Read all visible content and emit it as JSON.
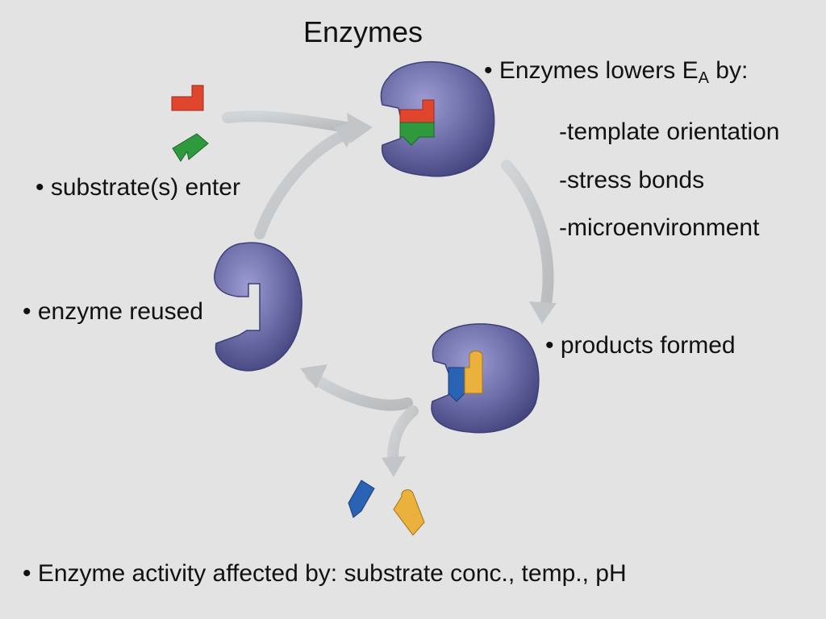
{
  "slide": {
    "title": "Enzymes",
    "lowers": {
      "prefix": "• Enzymes lowers E",
      "subscript": "A",
      "suffix": " by:"
    },
    "mechanisms": [
      "-template orientation",
      "-stress bonds",
      "-microenvironment"
    ],
    "steps": {
      "substrate_enter": "• substrate(s) enter",
      "products_formed": "• products formed",
      "enzyme_reused": "• enzyme reused"
    },
    "footer": "• Enzyme activity affected by: substrate conc., temp., pH"
  },
  "colors": {
    "background": "#e3e3e3",
    "enzyme": "#6a6aa6",
    "enzyme_shadow": "#4a4a86",
    "arrow": "#c6c9cb",
    "substrate_red": "#e0452e",
    "substrate_green": "#2f9a3d",
    "product_blue": "#2a62b4",
    "product_yellow": "#eab23c"
  }
}
